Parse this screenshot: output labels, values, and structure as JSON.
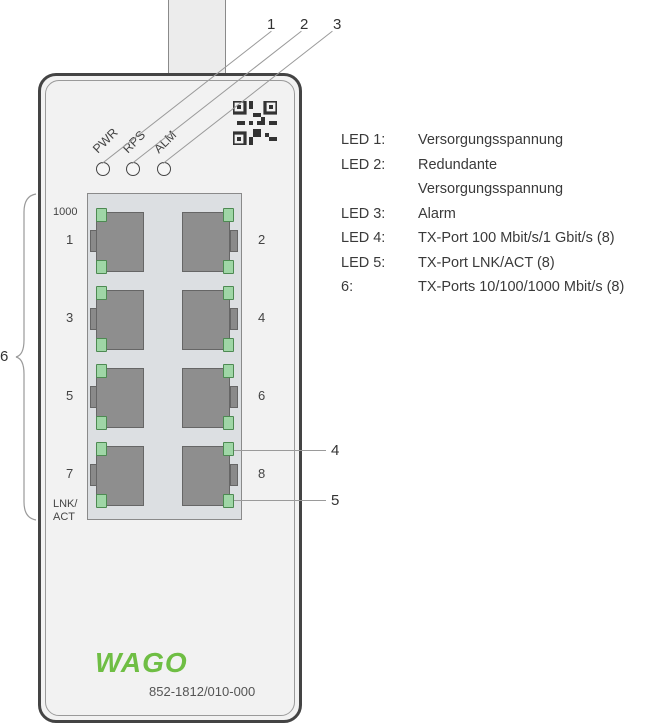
{
  "device": {
    "brand_logo": "WAGO",
    "model_number": "852-1812/010-000",
    "brand_color": "#6fbe44",
    "led_color": "#9fd6a6",
    "qr_code": "qr-code"
  },
  "status_leds": [
    {
      "label": "PWR",
      "callout": "1"
    },
    {
      "label": "RPS",
      "callout": "2"
    },
    {
      "label": "ALM",
      "callout": "3"
    }
  ],
  "ports": {
    "top_left_label": "1000",
    "bottom_left_label_line1": "LNK/",
    "bottom_left_label_line2": "ACT",
    "numbers": [
      "1",
      "2",
      "3",
      "4",
      "5",
      "6",
      "7",
      "8"
    ]
  },
  "callouts": {
    "led4": "4",
    "led5": "5",
    "ports_group": "6"
  },
  "legend": [
    {
      "key": "LED 1:",
      "value": "Versorgungsspannung"
    },
    {
      "key": "LED 2:",
      "value": "Redundante"
    },
    {
      "key": "",
      "value": "Versorgungsspannung"
    },
    {
      "key": "LED 3:",
      "value": "Alarm"
    },
    {
      "key": "LED 4:",
      "value": "TX-Port 100 Mbit/s/1 Gbit/s (8)"
    },
    {
      "key": "LED 5:",
      "value": "TX-Port LNK/ACT (8)"
    },
    {
      "key": "6:",
      "value": "TX-Ports 10/100/1000 Mbit/s (8)"
    }
  ]
}
